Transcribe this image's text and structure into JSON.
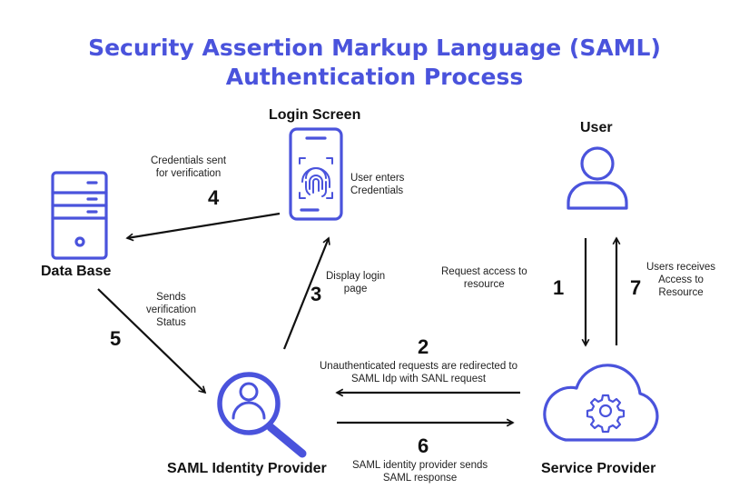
{
  "title": {
    "line1": "Security Assertion Markup Language (SAML)",
    "line2": "Authentication Process"
  },
  "nodes": {
    "login_screen": "Login Screen",
    "user": "User",
    "database": "Data Base",
    "identity_provider": "SAML Identity Provider",
    "service_provider": "Service Provider"
  },
  "steps": [
    {
      "number": "1",
      "text": "Request access to\nresource"
    },
    {
      "number": "2",
      "text": "Unauthenticated requests are redirected to\nSAML Idp with SANL request"
    },
    {
      "number": "3",
      "text": "Display login\npage"
    },
    {
      "number": "4",
      "text": "Credentials sent\nfor verification"
    },
    {
      "number": "5",
      "text": "Sends\nverification\nStatus"
    },
    {
      "number": "6",
      "text": "SAML identity provider sends\nSAML response"
    },
    {
      "number": "7",
      "text": "Users receives\nAccess to\nResource"
    }
  ],
  "login_note": "User enters\nCredentials",
  "colors": {
    "accent": "#4a53dc",
    "line": "#111111",
    "text": "#111111"
  },
  "icons": {
    "login": "smartphone-fingerprint-icon",
    "user": "user-icon",
    "database": "server-icon",
    "identity_provider": "magnifier-user-icon",
    "service_provider": "cloud-gear-icon"
  }
}
